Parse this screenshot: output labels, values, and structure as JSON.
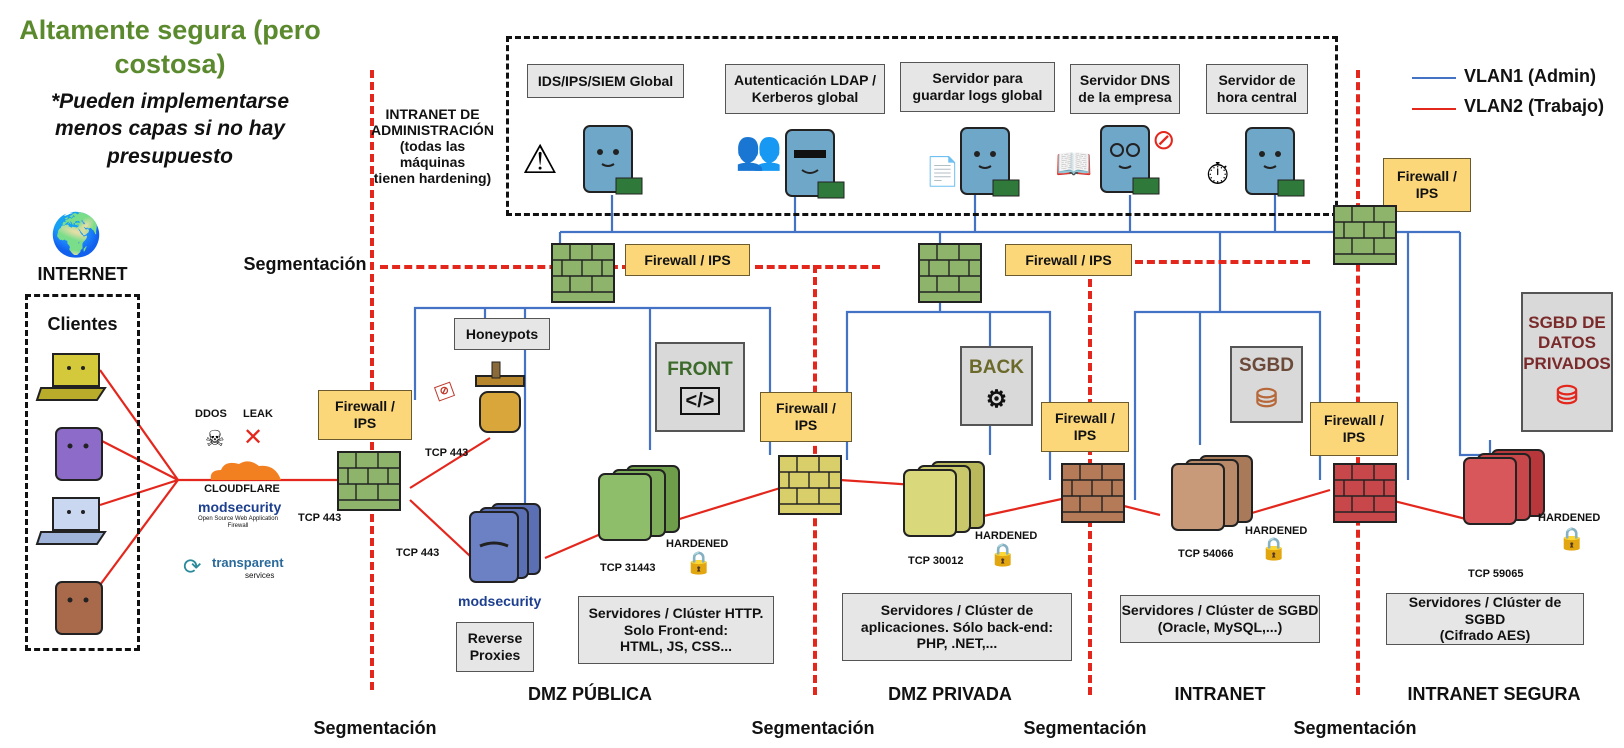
{
  "title": "Altamente segura (pero costosa)",
  "subtitle": "*Pueden implementarse menos capas si no hay presupuesto",
  "legend": {
    "vlan1": "VLAN1 (Admin)",
    "vlan2": "VLAN2 (Trabajo)",
    "vlan1_color": "#4472c4",
    "vlan2_color": "#e4271d"
  },
  "internet": {
    "label": "INTERNET",
    "clients_label": "Clientes"
  },
  "edge": {
    "ddos": "DDOS",
    "leak": "LEAK",
    "cloudflare": "CLOUDFLARE",
    "modsecurity": "modsecurity",
    "modsecurity_sub": "Open Source Web Application Firewall",
    "transparent": "transparent",
    "transparent_sub": "services"
  },
  "admin": {
    "title": "INTRANET  DE\nADMINISTRACIÓN\n(todas las máquinas\ntienen hardening)",
    "boxes": [
      "IDS/IPS/SIEM Global",
      "Autenticación LDAP /\nKerberos global",
      "Servidor para\nguardar logs global",
      "Servidor DNS\nde la empresa",
      "Servidor de\nhora central"
    ]
  },
  "firewall_label": "Firewall /\nIPS",
  "firewall_label_inline": "Firewall / IPS",
  "honeypots": "Honeypots",
  "reverse_proxies": "Reverse\nProxies",
  "ports": {
    "edge": "TCP 443",
    "honeypot": "TCP 443",
    "proxy": "TCP 443",
    "front": "TCP 31443",
    "back": "TCP 30012",
    "sgbd": "TCP 54066",
    "secure": "TCP 59065"
  },
  "hardened": "HARDENED",
  "tiers": {
    "front": "FRONT",
    "back": "BACK",
    "sgbd": "SGBD",
    "private_db": "SGBD DE\nDATOS\nPRIVADOS"
  },
  "descriptions": {
    "front": "Servidores / Clúster HTTP.\nSolo Front-end:\nHTML, JS, CSS...",
    "back": "Servidores / Clúster de\naplicaciones. Sólo back-end:\nPHP, .NET,...",
    "sgbd": "Servidores / Clúster de SGBD\n(Oracle, MySQL,...)",
    "secure": "Servidores / Clúster de SGBD\n(Cifrado AES)"
  },
  "zones": {
    "dmz_publica": "DMZ PÚBLICA",
    "dmz_privada": "DMZ PRIVADA",
    "intranet": "INTRANET",
    "intranet_segura": "INTRANET SEGURA"
  },
  "segmentation": "Segmentación",
  "colors": {
    "title_green": "#5b8a2e",
    "front_green": "#7fae5a",
    "back_yellow": "#c9c96b",
    "sgbd_brown": "#b98a6a",
    "secure_red": "#c8474a",
    "server_blue": "#6fa7c9",
    "proxy_blue": "#5b6fb5",
    "firewall_green": "#8db46a",
    "firewall_yellow": "#d9cf6a",
    "firewall_brown": "#b57a57",
    "firewall_red": "#c8474a"
  }
}
